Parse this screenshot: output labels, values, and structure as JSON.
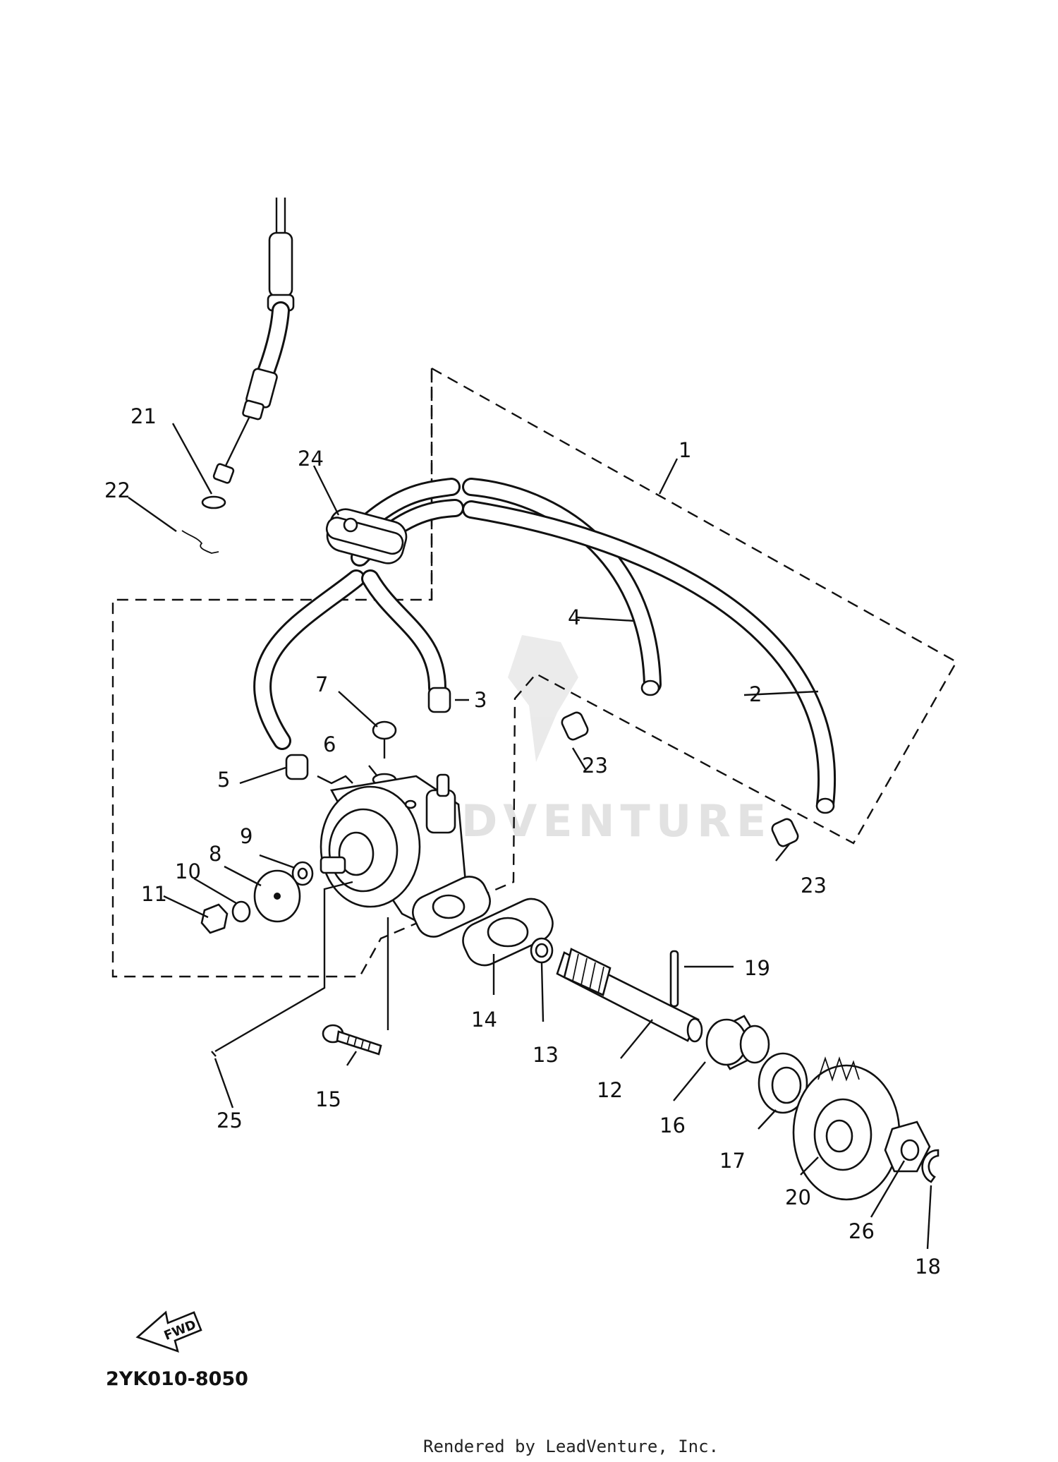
{
  "diagram": {
    "callouts": [
      "1",
      "2",
      "3",
      "4",
      "5",
      "6",
      "7",
      "8",
      "9",
      "10",
      "11",
      "12",
      "13",
      "14",
      "15",
      "16",
      "17",
      "18",
      "19",
      "20",
      "21",
      "22",
      "23",
      "23",
      "24",
      "25",
      "26"
    ],
    "fwd_label": "FWD",
    "diagram_code": "2YK010-8050",
    "watermark": "LEADVENTURE",
    "footer": "Rendered by LeadVenture, Inc."
  }
}
